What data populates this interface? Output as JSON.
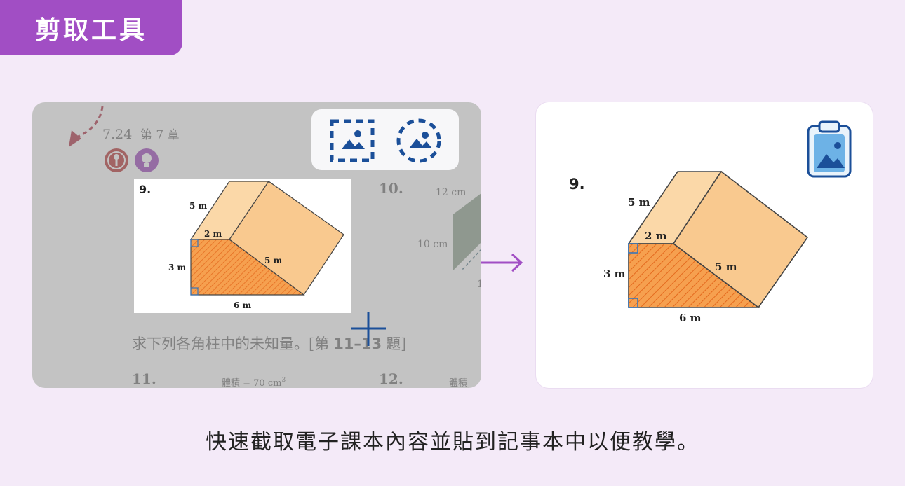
{
  "header": {
    "title": "剪取工具"
  },
  "page": {
    "section": "7.24",
    "chapter": "第 7 章",
    "q9": "9.",
    "q10": "10.",
    "q11": "11.",
    "q12": "12.",
    "instruction_a": "求下列各角柱中的未知量。[第",
    "instruction_b": "11–13",
    "instruction_c": "題]",
    "vol11": "體積 = 70 cm",
    "vol11_sup": "3",
    "vol12": "體積",
    "dim_12cm": "12 cm",
    "dim_10cm": "10 cm",
    "dim_1": "1"
  },
  "figure": {
    "label": "9.",
    "top_len": "5 m",
    "step": "2 m",
    "height": "3 m",
    "slant": "5 m",
    "base": "6 m"
  },
  "toolbar": {
    "rect_tool": "rectangle-snip-icon",
    "freeform_tool": "freeform-snip-icon"
  },
  "caption": "快速截取電子課本內容並貼到記事本中以便教學。",
  "colors": {
    "brand": "#a14ec4",
    "accent_blue": "#1b4f99",
    "prism_face": "#f9c98f",
    "prism_top": "#fbd8a8",
    "hatch": "#f08a3c"
  }
}
